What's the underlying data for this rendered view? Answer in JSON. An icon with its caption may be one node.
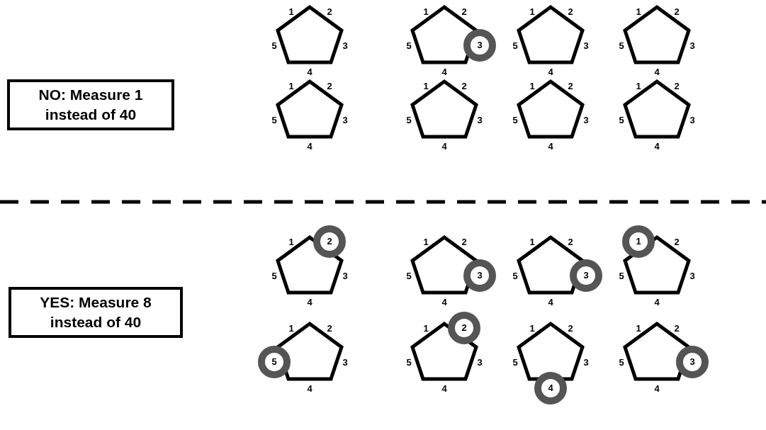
{
  "diagram": {
    "nodes": [
      {
        "text": [
          "NO: Measure 1 instead of 40"
        ]
      },
      {
        "text": [],
        "shape": "pentagon",
        "beside": [
          "1",
          "2",
          "3",
          "4",
          "5"
        ]
      },
      {
        "text": [],
        "shape": "pentagon",
        "beside": [
          "1",
          "2",
          "3",
          "4",
          "5"
        ]
      },
      {
        "text": [],
        "shape": "pentagon",
        "beside": [
          "1",
          "2",
          "3",
          "4",
          "5"
        ]
      },
      {
        "text": [],
        "shape": "pentagon",
        "beside": [
          "1",
          "2",
          "3",
          "4",
          "5"
        ]
      },
      {
        "text": [],
        "shape": "pentagon",
        "beside": [
          "1",
          "2",
          "3",
          "4",
          "5"
        ]
      },
      {
        "text": [],
        "shape": "pentagon",
        "beside": [
          "1",
          "2",
          "3",
          "4",
          "5"
        ]
      },
      {
        "text": [],
        "shape": "pentagon",
        "beside": [
          "1",
          "2",
          "3",
          "4",
          "5"
        ]
      },
      {
        "text": [],
        "shape": "pentagon",
        "beside": [
          "1",
          "2",
          "3",
          "4",
          "5"
        ]
      },
      {
        "text": [
          "YES: Measure 8 instead of 40"
        ]
      },
      {
        "text": [],
        "shape": "pentagon",
        "beside": [
          "1",
          "2",
          "3",
          "4",
          "5"
        ]
      },
      {
        "text": [],
        "shape": "pentagon",
        "beside": [
          "1",
          "2",
          "3",
          "4",
          "5"
        ]
      },
      {
        "text": [],
        "shape": "pentagon",
        "beside": [
          "1",
          "2",
          "3",
          "4",
          "5"
        ]
      },
      {
        "text": [],
        "shape": "pentagon",
        "beside": [
          "1",
          "2",
          "3",
          "4",
          "5"
        ]
      },
      {
        "text": [],
        "shape": "pentagon",
        "beside": [
          "1",
          "2",
          "3",
          "4",
          "5"
        ]
      },
      {
        "text": [],
        "shape": "pentagon",
        "beside": [
          "1",
          "2",
          "3",
          "4",
          "5"
        ]
      },
      {
        "text": [],
        "shape": "pentagon",
        "beside": [
          "1",
          "2",
          "3",
          "4",
          "5"
        ]
      },
      {
        "text": [],
        "shape": "pentagon",
        "beside": [
          "1",
          "2",
          "3",
          "4",
          "5"
        ]
      }
    ],
    "edges": []
  }
}
